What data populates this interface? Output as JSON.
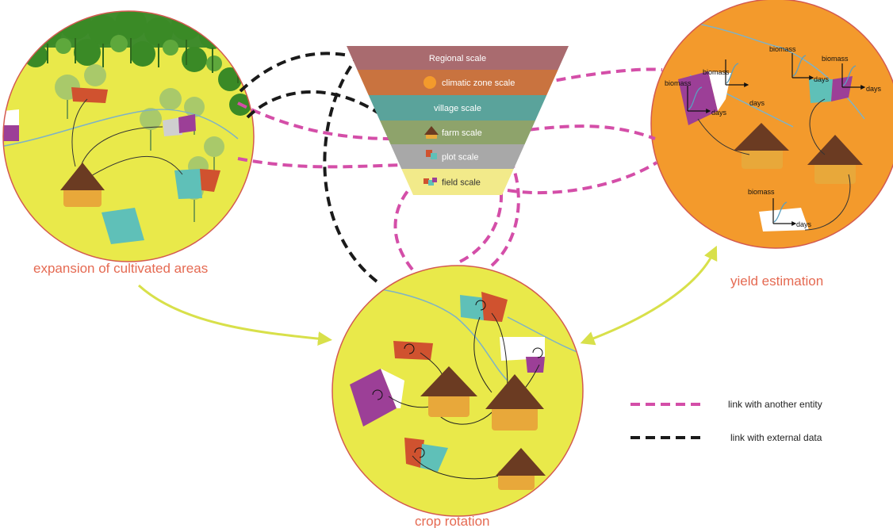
{
  "scales": [
    {
      "label": "Regional scale",
      "color": "#a96b6f"
    },
    {
      "label": "climatic zone scale",
      "color": "#c9733f"
    },
    {
      "label": "village scale",
      "color": "#5aa39b"
    },
    {
      "label": "farm scale",
      "color": "#8ea36b"
    },
    {
      "label": "plot scale",
      "color": "#a8a8a8"
    },
    {
      "label": "field scale",
      "color": "#f2ea8a"
    }
  ],
  "circles": {
    "expansion": "expansion of cultivated areas",
    "yield": "yield estimation",
    "rotation": "crop rotation"
  },
  "yield_labels": {
    "biomass": "biomass",
    "days": "days"
  },
  "legend": {
    "entity_link": "link with another entity",
    "external_link": "link with external data"
  },
  "colors": {
    "entity_link": "#d44ea8",
    "external_link": "#1a1a1a",
    "label_text": "#e56a52",
    "arrow": "#d8e04a",
    "yellow_fill": "#e9e94a",
    "orange_fill": "#f39a2c",
    "circle_border": "#d35a50"
  }
}
